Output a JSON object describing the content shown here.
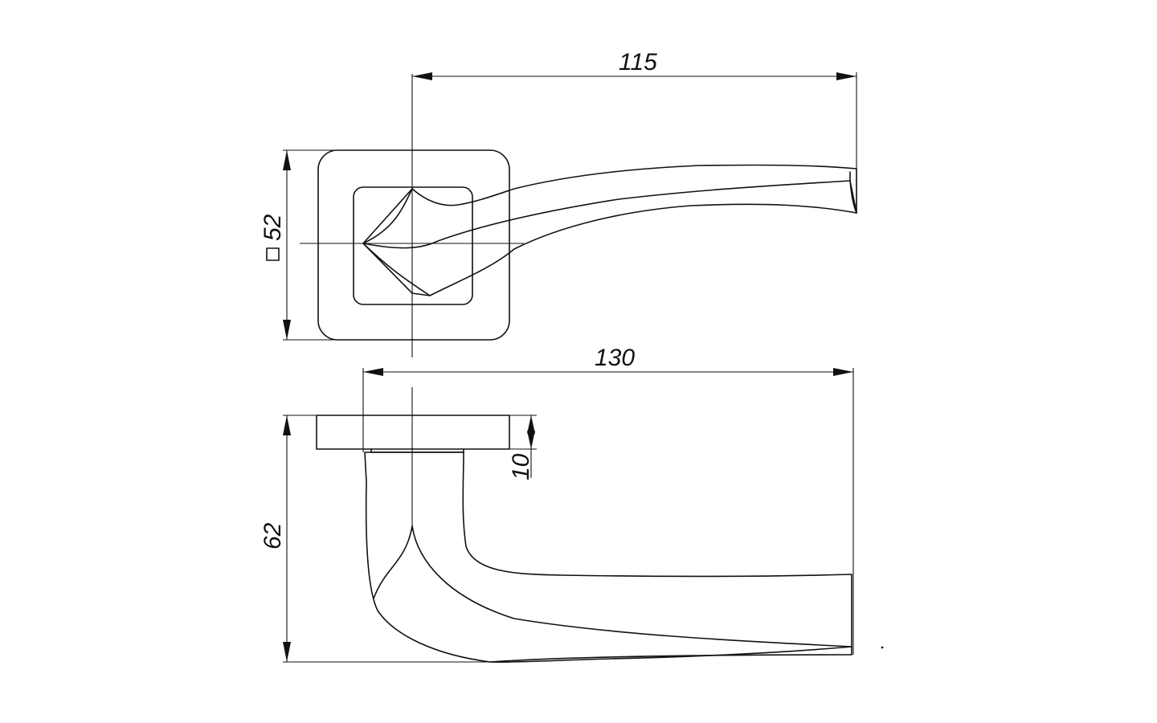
{
  "drawing": {
    "line_color": "#111111",
    "background": "#ffffff",
    "dimensions": {
      "top_length": "115",
      "rosette_square": "52",
      "bottom_length": "130",
      "rosette_thickness": "10",
      "total_height": "62"
    },
    "square_symbol": "square-symbol"
  }
}
